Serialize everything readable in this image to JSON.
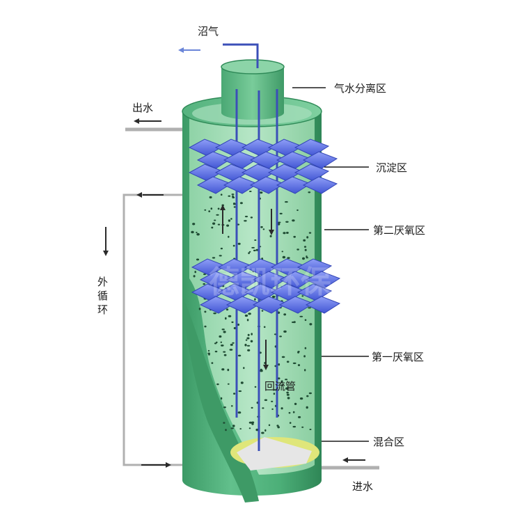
{
  "labels": {
    "biogas": "沼气",
    "gas_water_separation": "气水分离区",
    "outlet_water": "出水",
    "sedimentation": "沉淀区",
    "second_anaerobic": "第二厌氧区",
    "external_circulation": [
      "外",
      "循",
      "环"
    ],
    "first_anaerobic": "第一厌氧区",
    "return_pipe": "回流管",
    "mixing_zone": "混合区",
    "inlet_water": "进水"
  },
  "watermark": "德凯环保",
  "colors": {
    "tank": "#4cae78",
    "tank_dark": "#2f8a58",
    "pipe": "#3b4fb8",
    "settler": "#5f72e6",
    "mixing": "#d9e06a",
    "frame_line": "#a9a9a9"
  }
}
